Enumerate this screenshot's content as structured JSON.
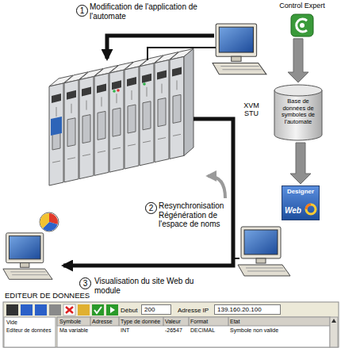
{
  "diagram": {
    "nodes": [
      {
        "text": [
          "Control Expert"
        ]
      },
      {
        "text": [
          "Base de données de symboles de l'automate"
        ]
      },
      {
        "text": [
          "Designer",
          "Web"
        ]
      }
    ],
    "edges": [
      {
        "from": 0,
        "to": 1,
        "arrow": "to"
      },
      {
        "from": 1,
        "to": 2,
        "arrow": "to"
      }
    ],
    "labels": [
      "1",
      "Modification de l'application de l'automate",
      "XVM STU",
      "2",
      "Resynchronisation Régénération de l'espace de noms",
      "3",
      "Visualisation du site Web du module",
      "EDITEUR DE DONNEES",
      "Début",
      "200",
      "Adresse IP",
      "139.160.20.100",
      "Vide",
      "Editeur de données",
      "Symbole",
      "Adresse",
      "Type de donnée",
      "Valeur",
      "Format",
      "Etat",
      "Ma variable",
      "INT",
      "-26547",
      "DECIMAL",
      "Symbole non valide"
    ]
  }
}
